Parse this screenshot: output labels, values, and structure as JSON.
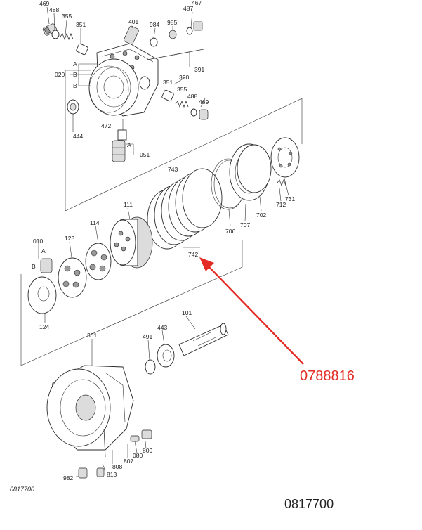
{
  "diagram": {
    "part_labels": {
      "p469a": "469",
      "p488a": "488",
      "p355a": "355",
      "p351a": "351",
      "p401": "401",
      "p984": "984",
      "p985": "985",
      "p487": "487",
      "p467": "467",
      "p020": "020",
      "pA1": "A",
      "pB1": "B",
      "pB2": "B",
      "p390": "390",
      "p391": "391",
      "p351b": "351",
      "p355b": "355",
      "p488b": "488",
      "p469b": "469",
      "p444": "444",
      "p472": "472",
      "pA2": "A",
      "p051": "051",
      "p743": "743",
      "p731": "731",
      "p712": "712",
      "p702": "702",
      "p707": "707",
      "p706": "706",
      "p111": "111",
      "p114": "114",
      "p123": "123",
      "p010": "010",
      "pA3": "A",
      "pB3": "B",
      "p742": "742",
      "p124": "124",
      "p101": "101",
      "p443": "443",
      "p491": "491",
      "p301": "301",
      "p809": "809",
      "p080": "080",
      "p807": "807",
      "p808": "808",
      "p813": "813",
      "p982": "982"
    },
    "callout_text": "0788816",
    "drawing_number": "0817700",
    "page_code": "0817700",
    "colors": {
      "callout": "#e32c26",
      "line": "#333333"
    }
  }
}
